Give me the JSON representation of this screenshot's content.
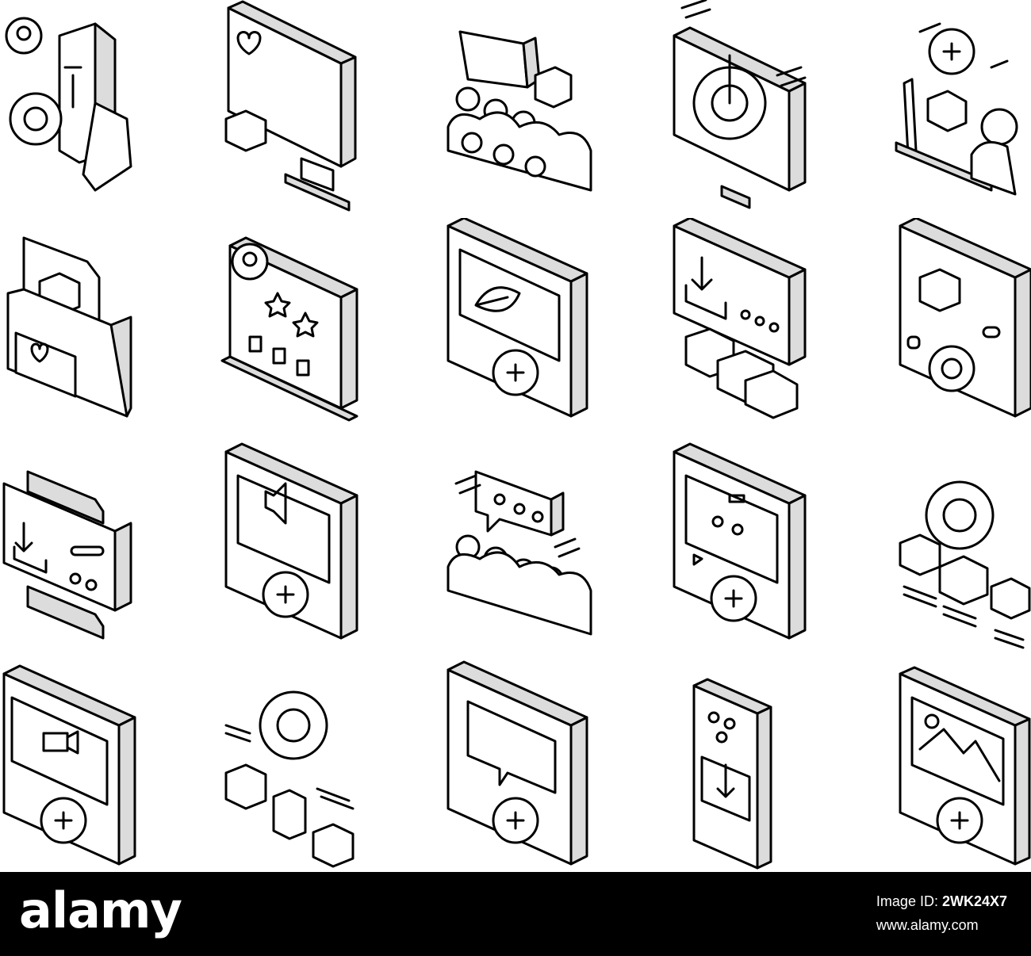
{
  "icons": [
    "service-tools-icon",
    "favorite-monitor-icon",
    "audience-announcement-icon",
    "settings-monitor-icon",
    "online-course-icon",
    "favorite-folder-icon",
    "rating-laptop-icon",
    "add-leaf-media-icon",
    "download-player-icon",
    "box-settings-panel-icon",
    "download-folder-icon",
    "add-audio-panel-icon",
    "audience-chat-icon",
    "add-media-player-icon",
    "content-network-icon",
    "add-video-panel-icon",
    "user-network-icon",
    "add-comment-panel-icon",
    "download-tablet-icon",
    "add-image-panel-icon"
  ],
  "footer": {
    "logo": "alamy",
    "image_id_label": "Image ID: ",
    "image_id": "2WK24X7",
    "site": "www.alamy.com"
  },
  "colors": {
    "footer_background": "#000000",
    "footer_text": "#ffffff",
    "icon_stroke": "#000000",
    "icon_fill_light": "#dcdcdc",
    "icon_fill_dark": "#9a9a9a"
  }
}
